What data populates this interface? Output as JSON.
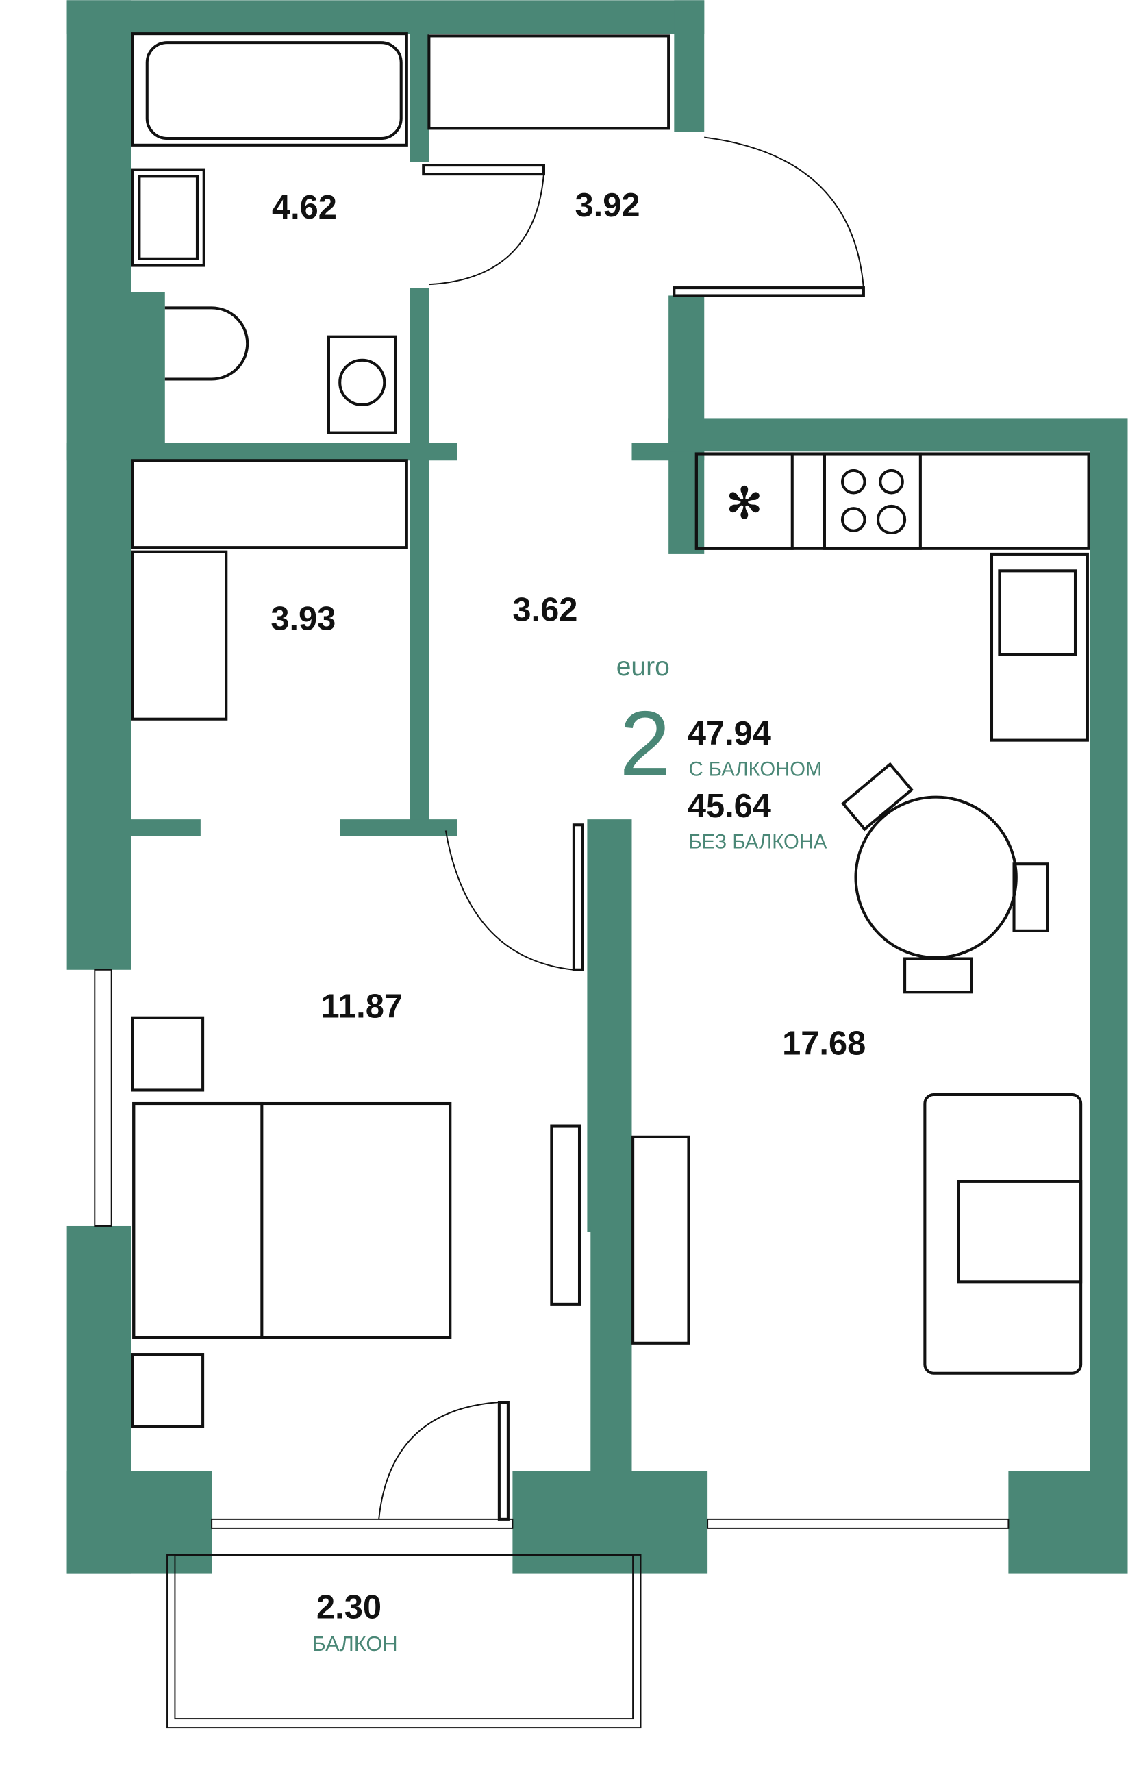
{
  "plan": {
    "type_label": "euro",
    "rooms_count": "2",
    "area_with_balcony": "47.94",
    "area_with_balcony_label": "С БАЛКОНОМ",
    "area_without_balcony": "45.64",
    "area_without_balcony_label": "БЕЗ БАЛКОНА",
    "accent_color": "#4a8776"
  },
  "rooms": {
    "bathroom": "4.62",
    "entrance": "3.92",
    "wardrobe": "3.93",
    "hall": "3.62",
    "bedroom": "11.87",
    "living_kitchen": "17.68",
    "balcony": "2.30",
    "balcony_label": "БАЛКОН"
  }
}
